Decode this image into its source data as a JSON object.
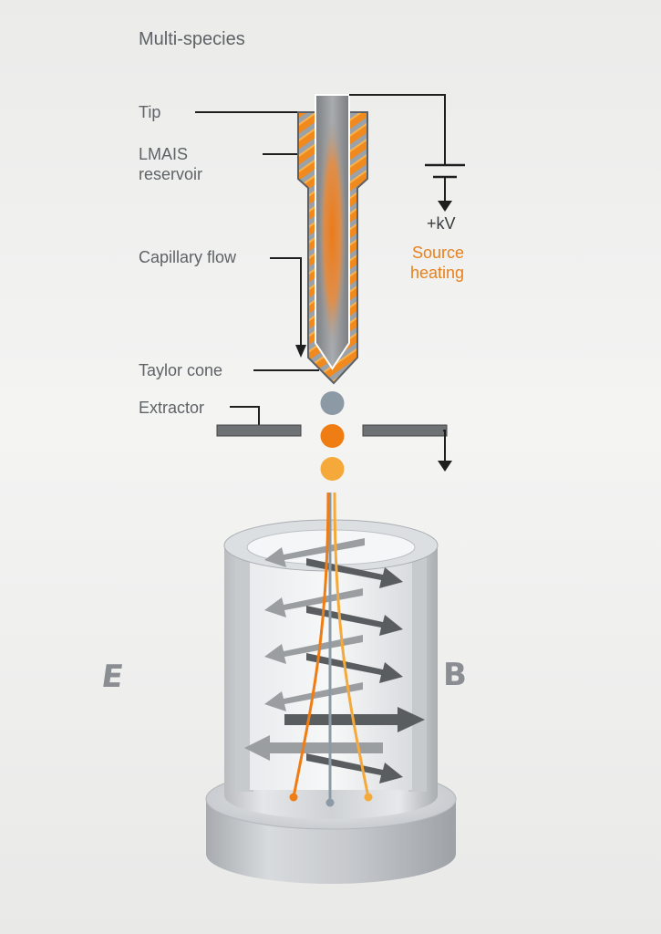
{
  "title": "Multi-species",
  "labels": {
    "tip": "Tip",
    "reservoir_line1": "LMAIS",
    "reservoir_line2": "reservoir",
    "capillary_flow": "Capillary flow",
    "taylor_cone": "Taylor cone",
    "extractor": "Extractor",
    "voltage": "+kV",
    "heating_line1": "Source",
    "heating_line2": "heating",
    "field_e": "E",
    "field_b": "B"
  },
  "colors": {
    "orange": "#ef7d14",
    "light_orange": "#f6a93b",
    "grey_blue": "#8c9aa6",
    "steel": "#8f9296",
    "arrow_dark": "#5a5d60",
    "arrow_light": "#9b9ea1",
    "label_text": "#5f6266",
    "accent_text": "#e8801c"
  },
  "species": [
    {
      "name": "grey-ion",
      "color": "#8c9aa6"
    },
    {
      "name": "orange-ion",
      "color": "#ef7d14"
    },
    {
      "name": "light-orange-ion",
      "color": "#f6a93b"
    }
  ]
}
